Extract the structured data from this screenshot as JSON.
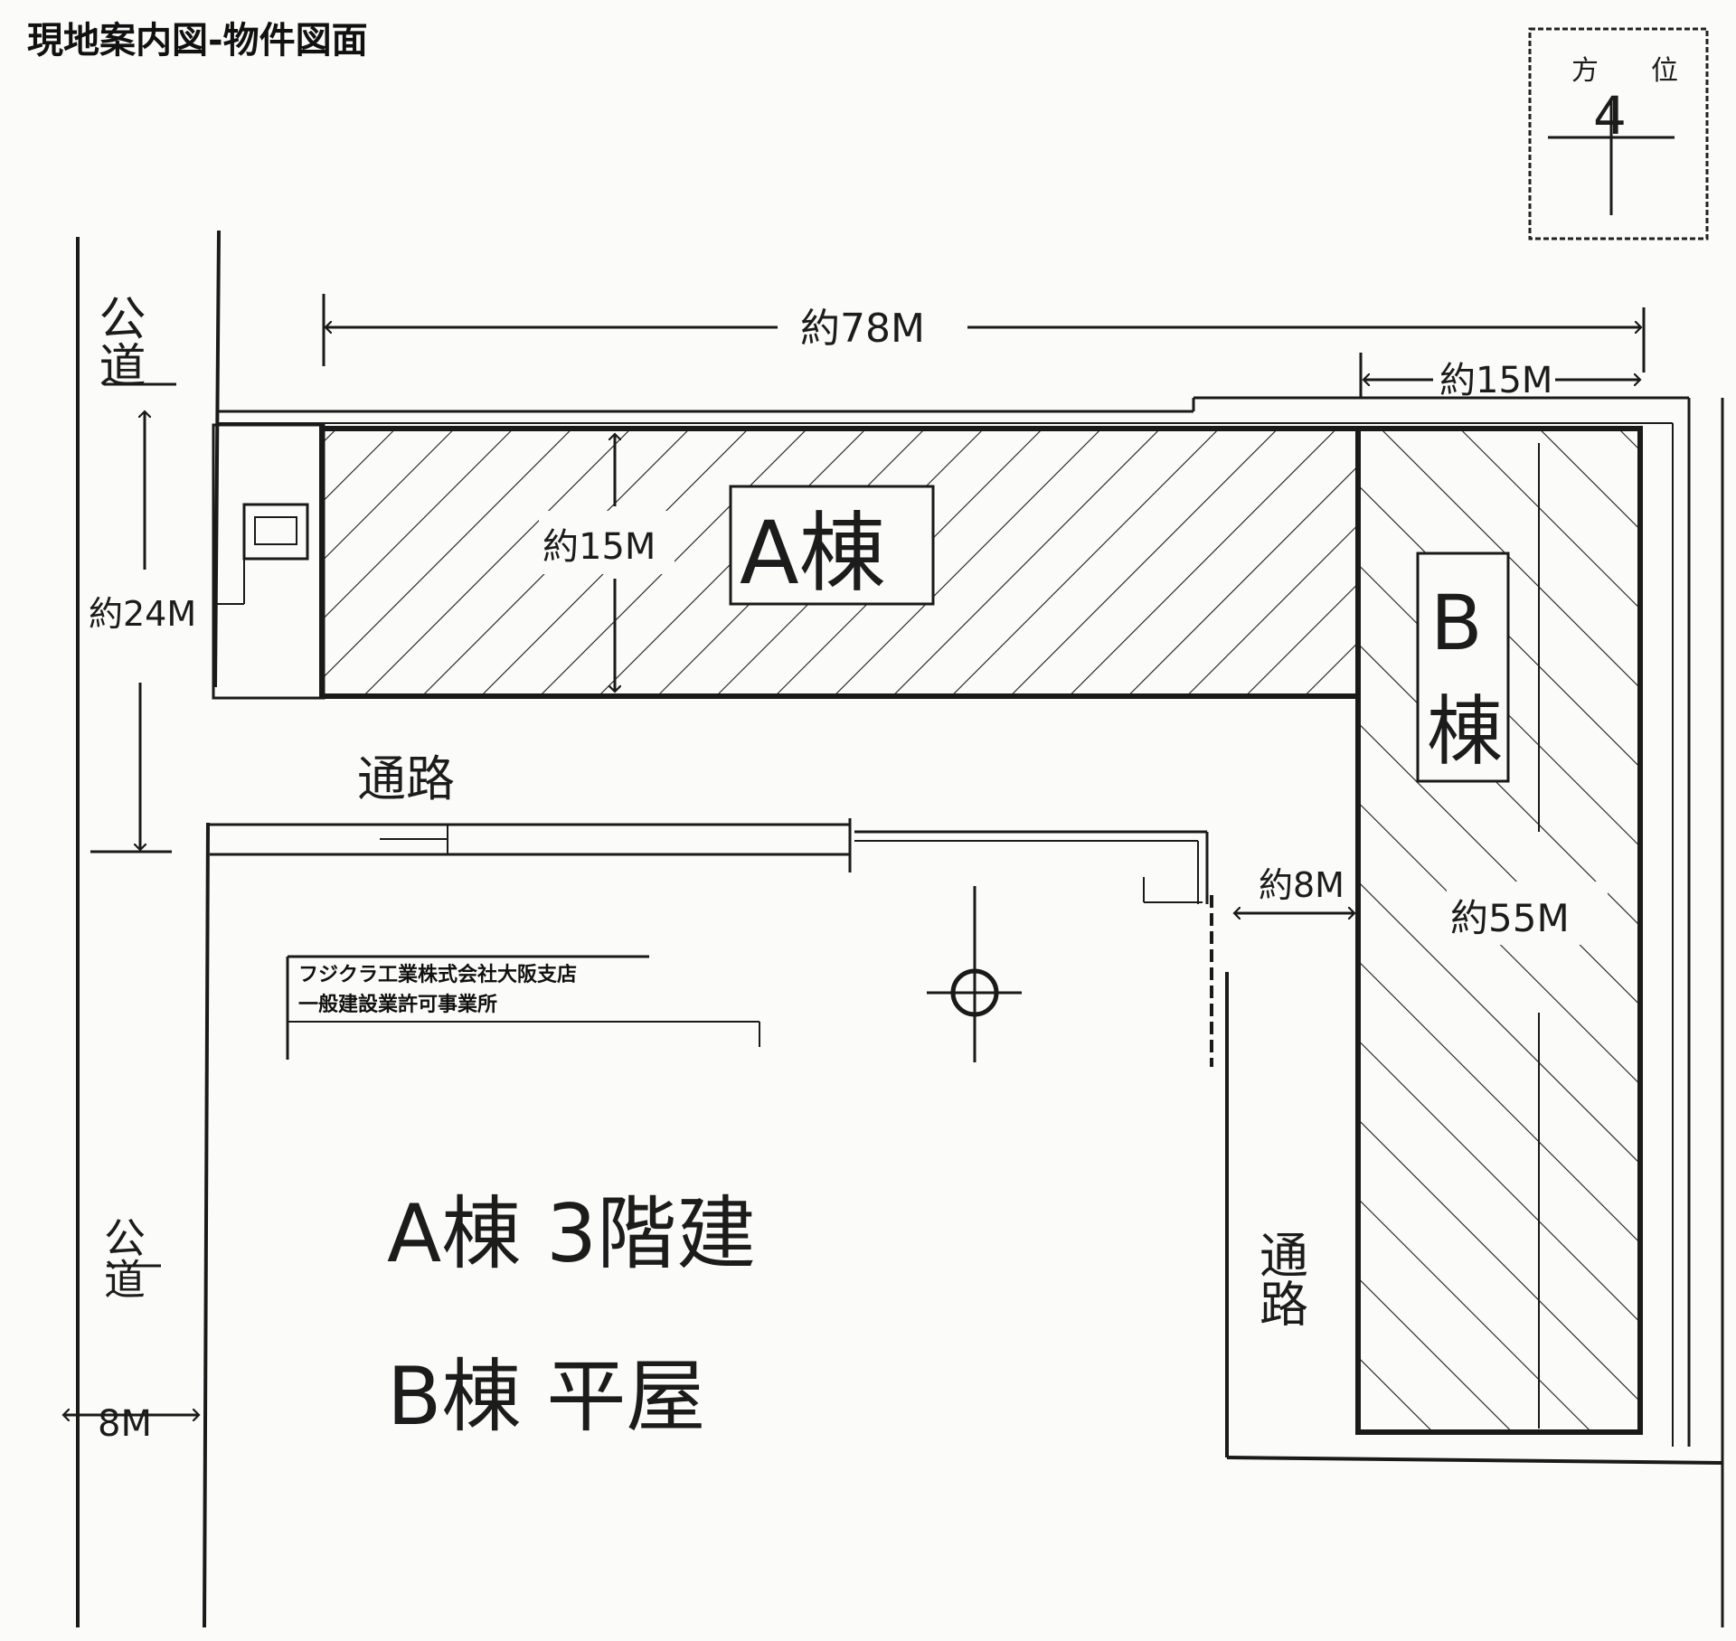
{
  "title": "現地案内図-物件図面",
  "compass": {
    "label_left": "方",
    "label_right": "位",
    "north_mark": "4"
  },
  "roads": {
    "west_road_top": "公道",
    "west_road_bottom": "公道",
    "west_road_width": "8M",
    "passage_middle": "通路",
    "passage_east": "通路"
  },
  "dimensions": {
    "total_width": "約78M",
    "b_width": "約15M",
    "a_depth": "約15M",
    "west_edge": "約24M",
    "passage_width": "約8M",
    "b_length": "約55M"
  },
  "buildings": {
    "a_label": "A棟",
    "b_label_top": "B",
    "b_label_bottom": "棟"
  },
  "legend": {
    "line1": "A棟 3階建",
    "line2": "B棟 平屋"
  },
  "stamp": {
    "line1": "フジクラ工業株式会社大阪支店",
    "line2": "一般建設業許可事業所"
  },
  "colors": {
    "ink": "#1a1a1a",
    "paper": "#fbfbfa"
  }
}
